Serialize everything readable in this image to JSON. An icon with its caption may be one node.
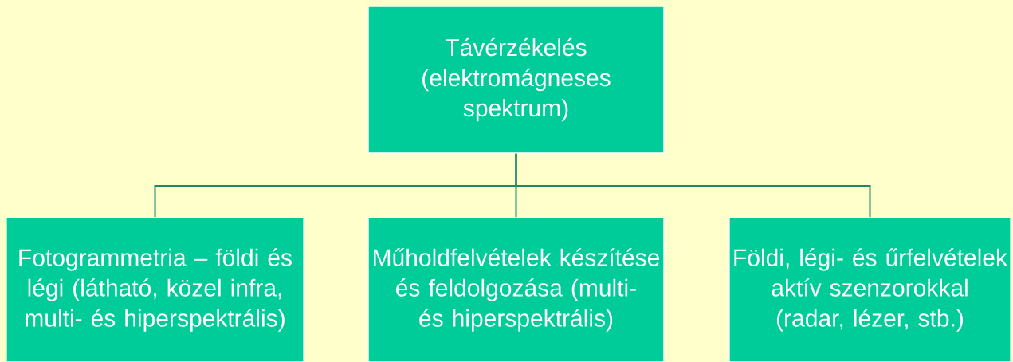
{
  "diagram": {
    "nodes": [
      {
        "text": [
          "Távérzékelés (elektromágneses spektrum)"
        ]
      },
      {
        "text": [
          "Fotogrammetria – földi és légi (látható, közel infra, multi- és hiperspektrális)"
        ]
      },
      {
        "text": [
          "Műholdfelvételek készítése és feldolgozása (multi- és hiperspektrális)"
        ]
      },
      {
        "text": [
          "Földi, légi- és űrfelvételek aktív szenzorokkal (radar, lézer, stb.)"
        ]
      }
    ],
    "edges": [
      {
        "from": 0,
        "to": 1,
        "arrow": "none"
      },
      {
        "from": 0,
        "to": 2,
        "arrow": "none"
      },
      {
        "from": 0,
        "to": 3,
        "arrow": "none"
      }
    ]
  }
}
